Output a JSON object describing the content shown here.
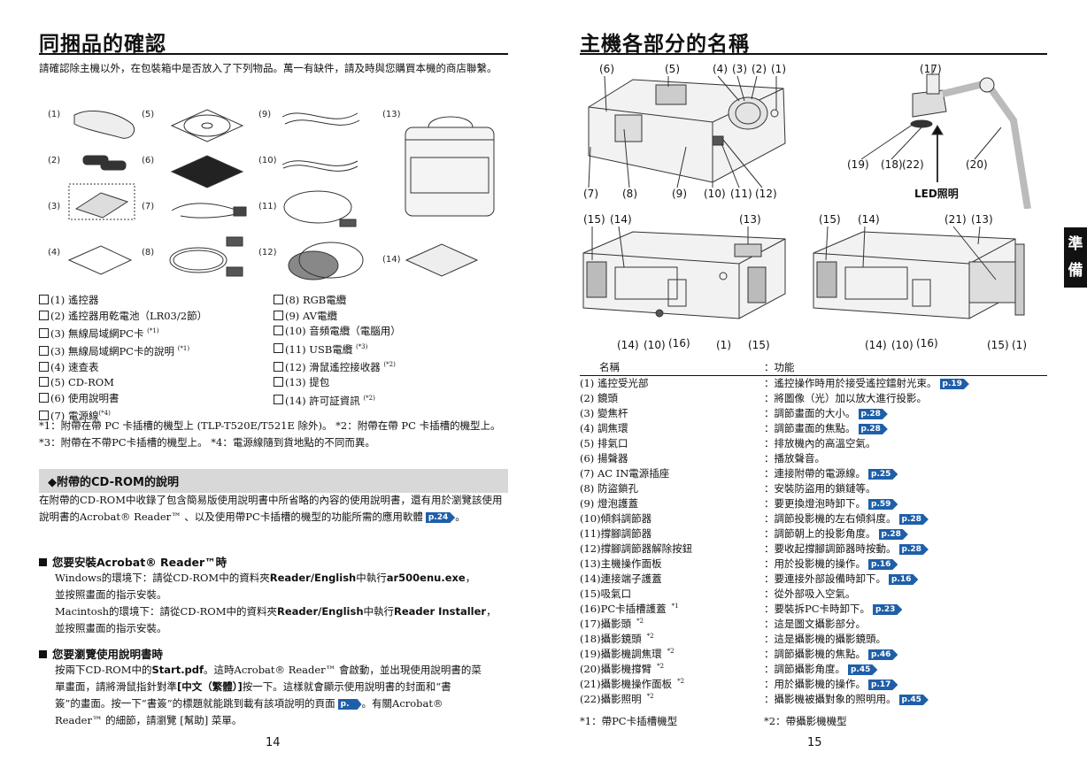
{
  "left": {
    "title": "同捆品的確認",
    "intro": "請確認除主機以外，在包裝箱中是否放入了下列物品。萬一有缺件，請及時與您購買本機的商店聯繫。",
    "fig_labels": [
      "(1)",
      "(2)",
      "(3)",
      "(4)",
      "(5)",
      "(6)",
      "(7)",
      "(8)",
      "(9)",
      "(10)",
      "(11)",
      "(12)",
      "(13)",
      "(14)"
    ],
    "items_col1": [
      {
        "text": "(1) 遙控器",
        "note": ""
      },
      {
        "text": "(2) 遙控器用乾電池（LR03/2節）",
        "note": ""
      },
      {
        "text": "(3) 無線局域網PC卡",
        "note": "(*1)"
      },
      {
        "text": "(3) 無線局域網PC卡的說明",
        "note": "(*1)"
      },
      {
        "text": "(4) 速查表",
        "note": ""
      },
      {
        "text": "(5) CD-ROM",
        "note": ""
      },
      {
        "text": "(6) 使用說明書",
        "note": ""
      },
      {
        "text": "(7) 電源線",
        "note": "(*4)"
      }
    ],
    "items_col2": [
      {
        "text": "(8) RGB電纜",
        "note": ""
      },
      {
        "text": "(9) AV電纜",
        "note": ""
      },
      {
        "text": "(10) 音頻電纜（電腦用）",
        "note": ""
      },
      {
        "text": "(11) USB電纜",
        "note": "(*3)"
      },
      {
        "text": "(12) 滑鼠遙控接收器",
        "note": "(*2)"
      },
      {
        "text": "(13) 提包",
        "note": ""
      },
      {
        "text": "(14) 許可証資訊",
        "note": "(*2)"
      }
    ],
    "footnote": "*1：附帶在帶 PC 卡插槽的機型上 (TLP-T520E/T521E 除外)。 *2：附帶在帶 PC 卡插槽的機型上。 *3：附帶在不帶PC卡插槽的機型上。 *4：電源線隨到貨地點的不同而異。",
    "cd_section": {
      "heading": "◆附帶的CD-ROM的說明",
      "para1": "在附帶的CD-ROM中收錄了包含簡易版使用說明書中所省略的內容的使用說明書，還有用於瀏覽該使用說明書的Acrobat® Reader™ 、以及使用帶PC卡插槽的機型的功能所需的應用軟體",
      "para1_ref": "p.24",
      "para1_end": "。"
    },
    "install": {
      "heading": "您要安裝Acrobat® Reader™時",
      "win_a": "Windows的環境下：請從CD-ROM中的資料夾",
      "win_b": "Reader/English",
      "win_c": "中執行",
      "win_d": "ar500enu.exe",
      "win_e": "，",
      "win_f": "並按照畫面的指示安裝。",
      "mac_a": "Macintosh的環境下：請從CD-ROM中的資料夾",
      "mac_b": "Reader/English",
      "mac_c": "中執行",
      "mac_d": "Reader Installer",
      "mac_e": "，",
      "mac_f": "並按照畫面的指示安裝。"
    },
    "browse": {
      "heading": "您要瀏覽使用說明書時",
      "l1a": "按兩下CD-ROM中的",
      "l1b": "Start.pdf",
      "l1c": "。這時Acrobat® Reader™ 會啟動，並出現使用說明書的菜",
      "l2a": "單畫面，請將滑鼠指針對準",
      "l2b": "[中文（繁體）]",
      "l2c": "按一下。這樣就會顯示使用說明書的封面和“書",
      "l3a": "簽”的畫面。按一下“書簽”的標題就能跳到載有該項說明的頁面",
      "l3_ref": "p.",
      "l3b": "。有關Acrobat®",
      "l4": "Reader™ 的細節，請瀏覽 [幫助] 菜單。"
    },
    "page_no": "14"
  },
  "right": {
    "title": "主機各部分的名稱",
    "fig_top_labels": {
      "l6": "(6)",
      "l5": "(5)",
      "l4": "(4)",
      "l3": "(3)",
      "l2": "(2)",
      "l1": "(1)",
      "l17": "(17)",
      "l7": "(7)",
      "l8": "(8)",
      "l9": "(9)",
      "l10": "(10)",
      "l11": "(11)",
      "l12": "(12)",
      "l19": "(19)",
      "l18": "(18)",
      "l22": "(22)",
      "l20": "(20)",
      "led": "LED照明"
    },
    "fig_bottom_labels": {
      "a15": "(15)",
      "a14": "(14)",
      "a13": "(13)",
      "a14b": "(14)",
      "a10": "(10)",
      "a16": "(16)",
      "a1": "(1)",
      "a15b": "(15)",
      "b15": "(15)",
      "b14": "(14)",
      "b21": "(21)",
      "b13": "(13)",
      "b14b": "(14)",
      "b10": "(10)",
      "b16": "(16)",
      "b15b": "(15)",
      "b1": "(1)"
    },
    "table_header": {
      "name": "名稱",
      "func": "：功能"
    },
    "parts": [
      {
        "name": "(1) 遙控受光部",
        "note": "",
        "func": "：遙控操作時用於接受遙控鐳射光束。",
        "ref": "p.19"
      },
      {
        "name": "(2) 鏡頭",
        "note": "",
        "func": "：將圖像（光）加以放大進行投影。",
        "ref": ""
      },
      {
        "name": "(3) 變焦杆",
        "note": "",
        "func": "：調節畫面的大小。",
        "ref": "p.28"
      },
      {
        "name": "(4) 調焦環",
        "note": "",
        "func": "：調節畫面的焦點。",
        "ref": "p.28"
      },
      {
        "name": "(5) 排氣口",
        "note": "",
        "func": "：排放機內的高溫空氣。",
        "ref": ""
      },
      {
        "name": "(6) 揚聲器",
        "note": "",
        "func": "：播放聲音。",
        "ref": ""
      },
      {
        "name": "(7) AC IN電源插座",
        "note": "",
        "func": "：連接附帶的電源線。",
        "ref": "p.25"
      },
      {
        "name": "(8) 防盜鎖孔",
        "note": "",
        "func": "：安裝防盜用的鎖鏈等。",
        "ref": ""
      },
      {
        "name": "(9) 燈泡護蓋",
        "note": "",
        "func": "：要更換燈泡時卸下。",
        "ref": "p.59"
      },
      {
        "name": "(10)傾斜調節器",
        "note": "",
        "func": "：調節投影機的左右傾斜度。",
        "ref": "p.28"
      },
      {
        "name": "(11)撐腳調節器",
        "note": "",
        "func": "：調節朝上的投影角度。",
        "ref": "p.28"
      },
      {
        "name": "(12)撐腳調節器解除按鈕",
        "note": "",
        "func": "：要收起撐腳調節器時按動。",
        "ref": "p.28"
      },
      {
        "name": "(13)主機操作面板",
        "note": "",
        "func": "：用於投影機的操作。",
        "ref": "p.16"
      },
      {
        "name": "(14)連接端子護蓋",
        "note": "",
        "func": "：要連接外部設備時卸下。",
        "ref": "p.16"
      },
      {
        "name": "(15)吸氣口",
        "note": "",
        "func": "：從外部吸入空氣。",
        "ref": ""
      },
      {
        "name": "(16)PC卡插槽護蓋",
        "note": "*1",
        "func": "：要裝拆PC卡時卸下。",
        "ref": "p.23"
      },
      {
        "name": "(17)攝影頭",
        "note": "*2",
        "func": "：這是圖文攝影部分。",
        "ref": ""
      },
      {
        "name": "(18)攝影鏡頭",
        "note": "*2",
        "func": "：這是攝影機的攝影鏡頭。",
        "ref": ""
      },
      {
        "name": "(19)攝影機調焦環",
        "note": "*2",
        "func": "：調節攝影機的焦點。",
        "ref": "p.46"
      },
      {
        "name": "(20)攝影機撐臂",
        "note": "*2",
        "func": "：調節攝影角度。",
        "ref": "p.45"
      },
      {
        "name": "(21)攝影機操作面板",
        "note": "*2",
        "func": "：用於攝影機的操作。",
        "ref": "p.17"
      },
      {
        "name": "(22)攝影照明",
        "note": "*2",
        "func": "：攝影機被攝對象的照明用。",
        "ref": "p.45"
      }
    ],
    "footnote1": "*1：帶PC卡插槽機型",
    "footnote2": "*2：帶攝影機機型",
    "page_no": "15",
    "side_tab": [
      "準",
      "備"
    ]
  }
}
